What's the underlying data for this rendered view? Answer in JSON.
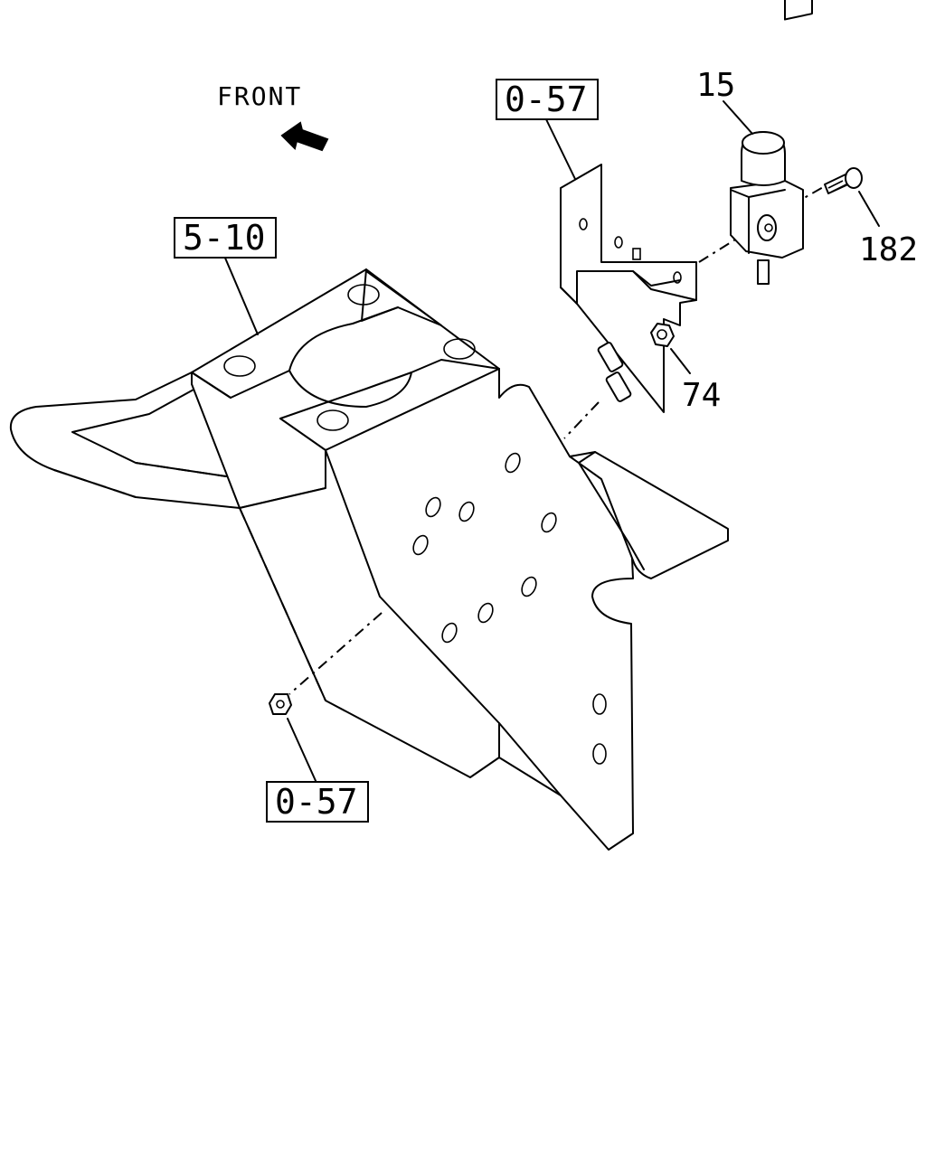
{
  "header": {
    "front_label": "FRONT"
  },
  "references": {
    "top_bracket_ref": "0-57",
    "crossmember_ref": "5-10",
    "bottom_nut_ref": "0-57"
  },
  "callouts": {
    "solenoid": "15",
    "bolt": "182",
    "nut": "74"
  }
}
